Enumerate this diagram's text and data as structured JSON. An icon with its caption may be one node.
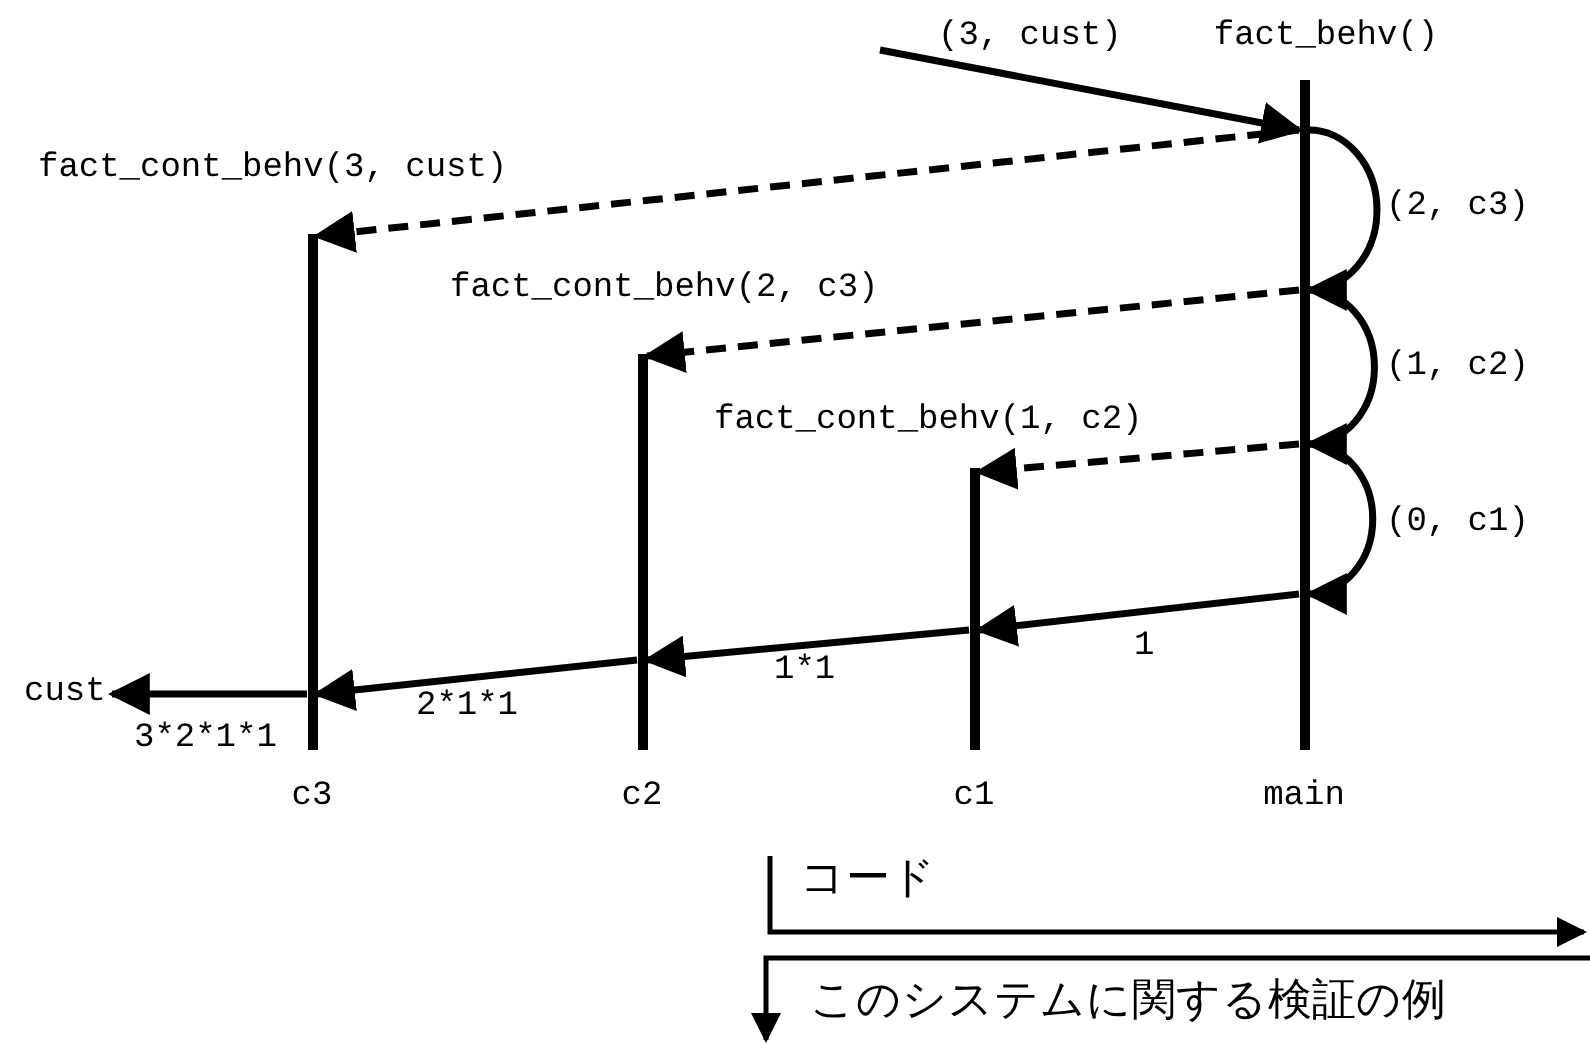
{
  "diagram": {
    "nodes": [
      {
        "text": [],
        "shape": "bar",
        "beside": [
          "c3"
        ]
      },
      {
        "text": [],
        "shape": "bar",
        "beside": [
          "c2"
        ]
      },
      {
        "text": [],
        "shape": "bar",
        "beside": [
          "c1"
        ]
      },
      {
        "text": [],
        "shape": "bar",
        "beside": [
          "fact_behv()",
          "main"
        ]
      },
      {
        "text": [
          "cust"
        ]
      }
    ],
    "edges": [
      {
        "from": null,
        "to": 3,
        "arrow": "to",
        "label": "(3, cust)"
      },
      {
        "from": 3,
        "to": 0,
        "arrow": "to",
        "style": "dashed",
        "label": "fact_cont_behv(3, cust)"
      },
      {
        "from": 3,
        "to": 3,
        "arrow": "to",
        "label": "(2, c3)"
      },
      {
        "from": 3,
        "to": 1,
        "arrow": "to",
        "style": "dashed",
        "label": "fact_cont_behv(2, c3)"
      },
      {
        "from": 3,
        "to": 3,
        "arrow": "to",
        "label": "(1, c2)"
      },
      {
        "from": 3,
        "to": 2,
        "arrow": "to",
        "style": "dashed",
        "label": "fact_cont_behv(1, c2)"
      },
      {
        "from": 3,
        "to": 3,
        "arrow": "to",
        "label": "(0, c1)"
      },
      {
        "from": 3,
        "to": 2,
        "arrow": "to",
        "label": "1"
      },
      {
        "from": 2,
        "to": 1,
        "arrow": "to",
        "label": "1*1"
      },
      {
        "from": 1,
        "to": 0,
        "arrow": "to",
        "label": "2*1*1"
      },
      {
        "from": 0,
        "to": 4,
        "arrow": "to",
        "label": "3*2*1*1"
      }
    ],
    "labels": [
      "コード",
      "このシステムに関する検証の例"
    ]
  }
}
